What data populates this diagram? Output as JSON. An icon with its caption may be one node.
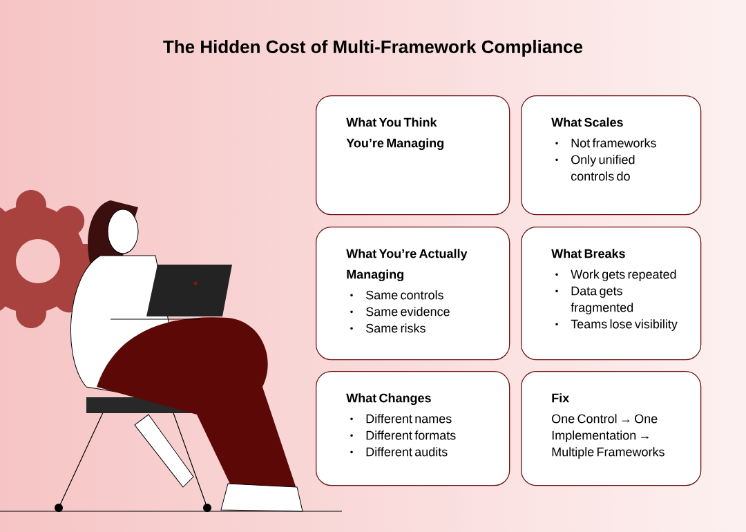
{
  "diagram": {
    "title": "The Hidden Cost of Multi-Framework Compliance",
    "nodes": [
      {
        "text": [
          "What You Think You’re Managing"
        ]
      },
      {
        "text": [
          "What Scales",
          "Not frameworks",
          "Only unified controls do"
        ]
      },
      {
        "text": [
          "What You’re Actually Managing",
          "Same controls",
          "Same evidence",
          "Same risks"
        ]
      },
      {
        "text": [
          "What Breaks",
          "Work gets repeated",
          "Data gets fragmented",
          "Teams lose visibility"
        ]
      },
      {
        "text": [
          "What Changes",
          "Different names",
          "Different formats",
          "Different audits"
        ]
      },
      {
        "text": [
          "Fix",
          "One Control → One Implementation → Multiple Frameworks"
        ]
      }
    ]
  }
}
